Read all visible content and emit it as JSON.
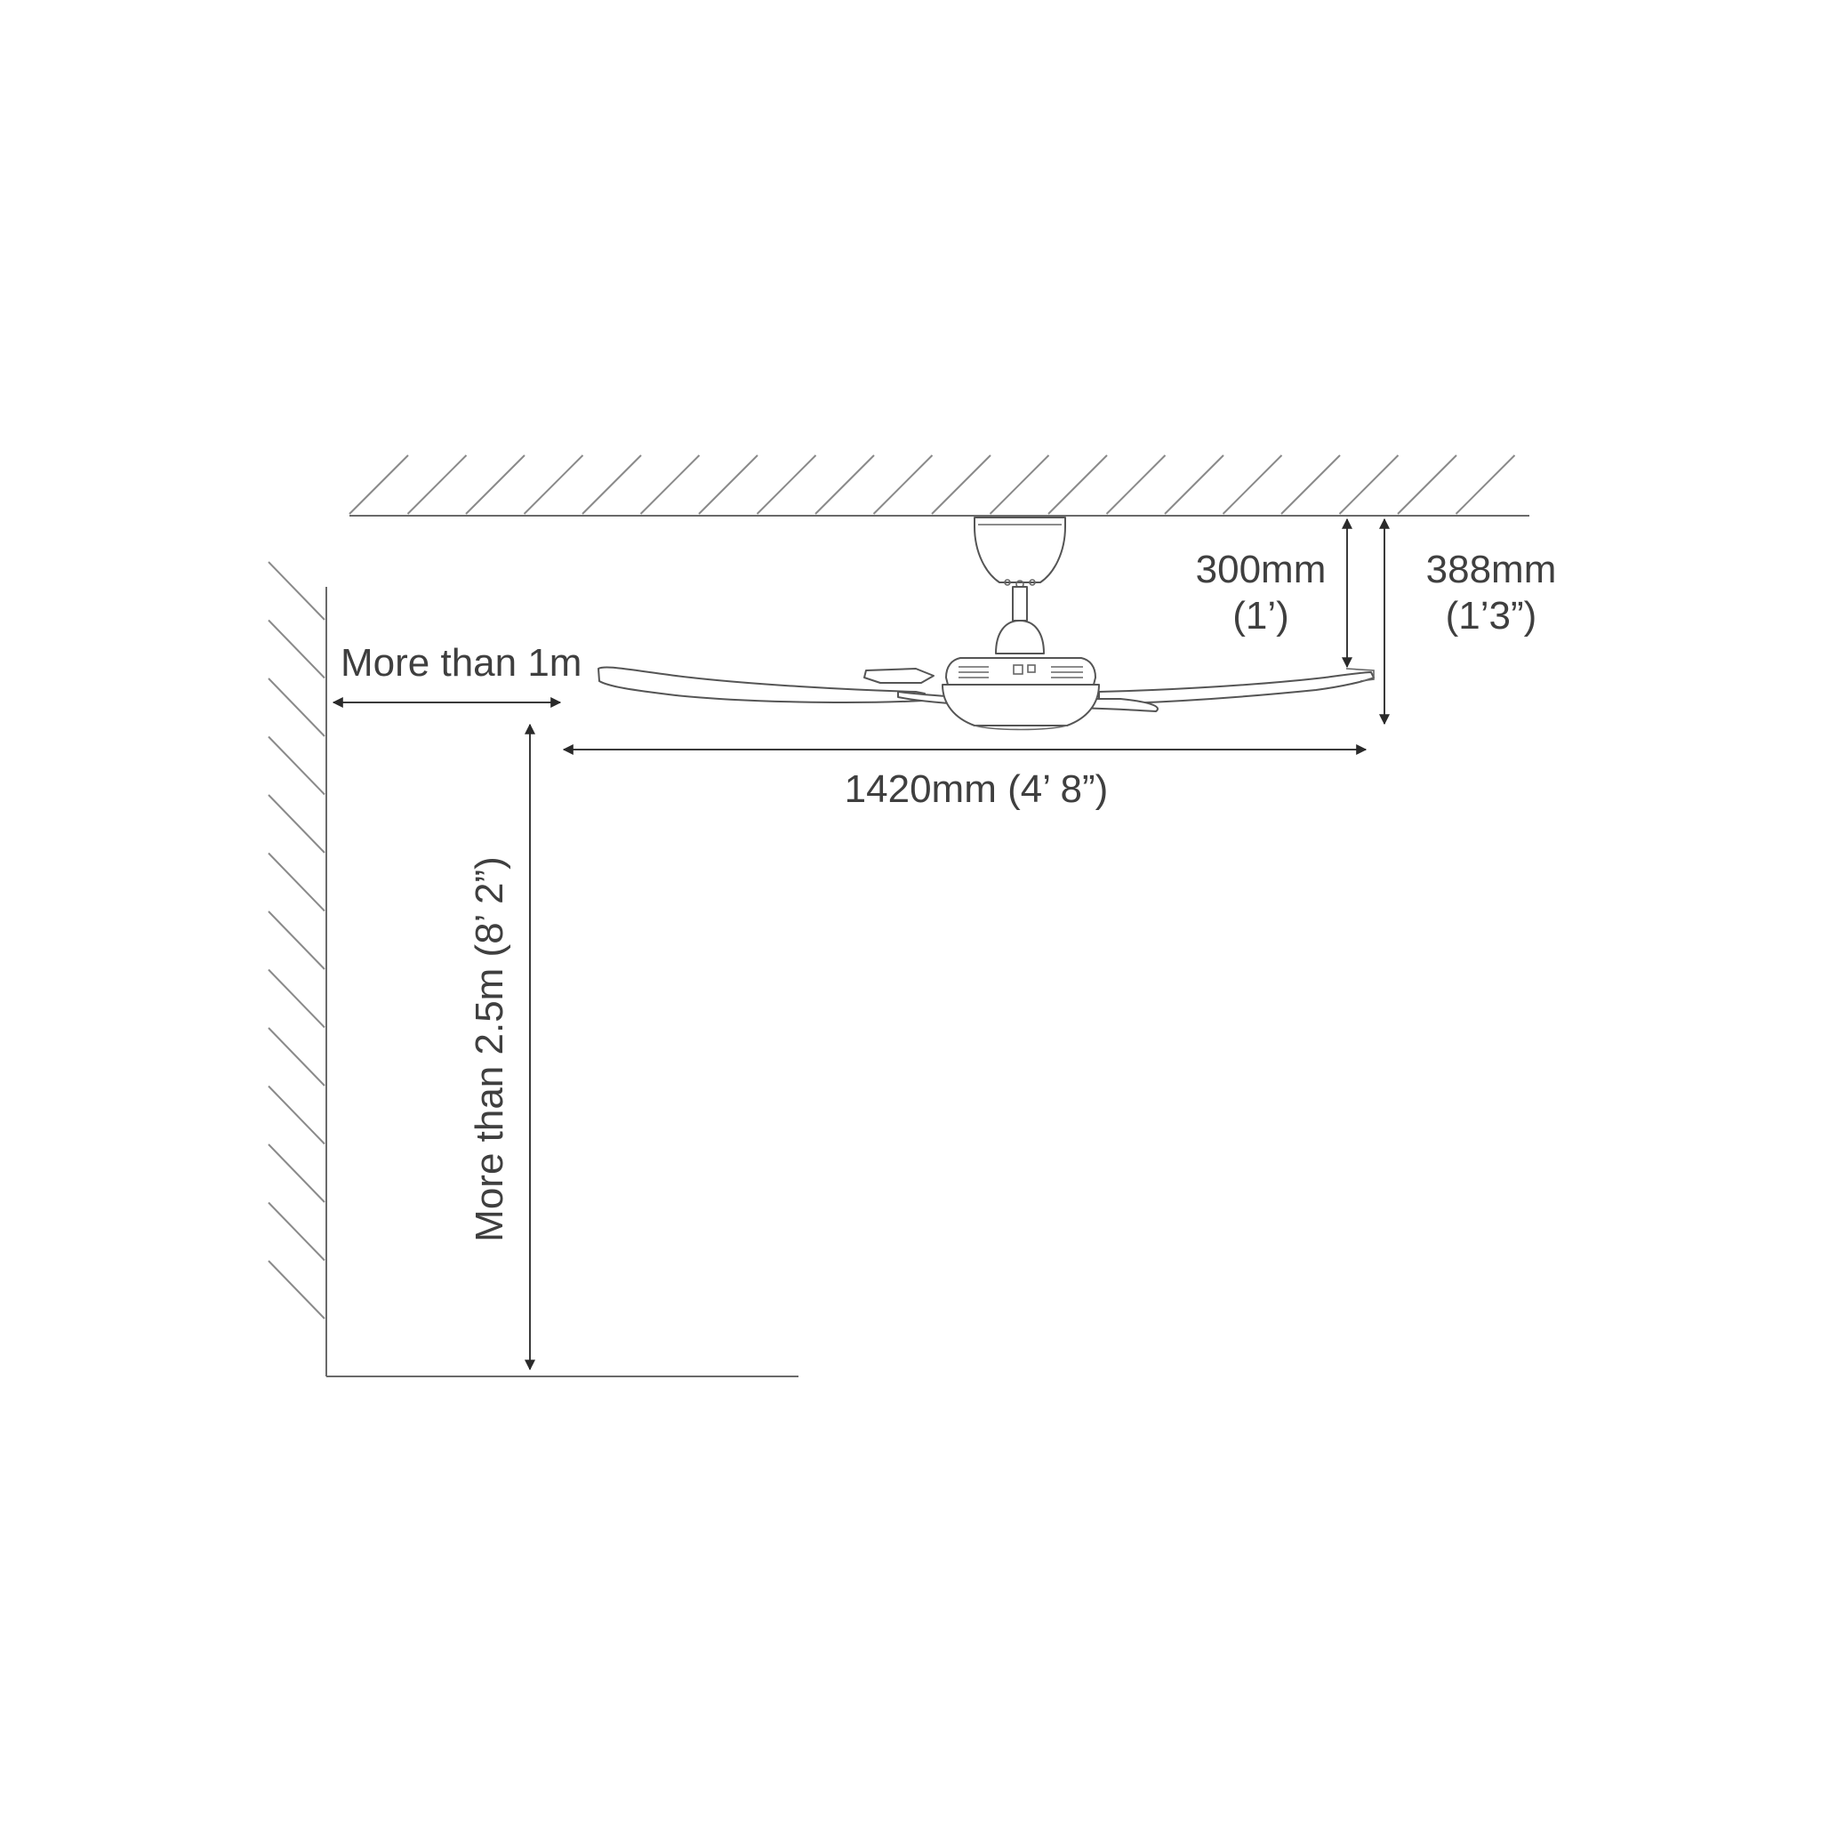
{
  "labels": {
    "drop_mm": "300mm",
    "drop_imperial": "(1’)",
    "total_height_mm": "388mm",
    "total_height_imperial": "(1’3”)",
    "wall_clearance": "More than 1m",
    "diameter": "1420mm  (4’ 8”)",
    "floor_clearance": "More than 2.5m (8’ 2”)"
  },
  "colors": {
    "line": "#6a6a6a",
    "text": "#3f3f3f",
    "background": "#ffffff"
  }
}
